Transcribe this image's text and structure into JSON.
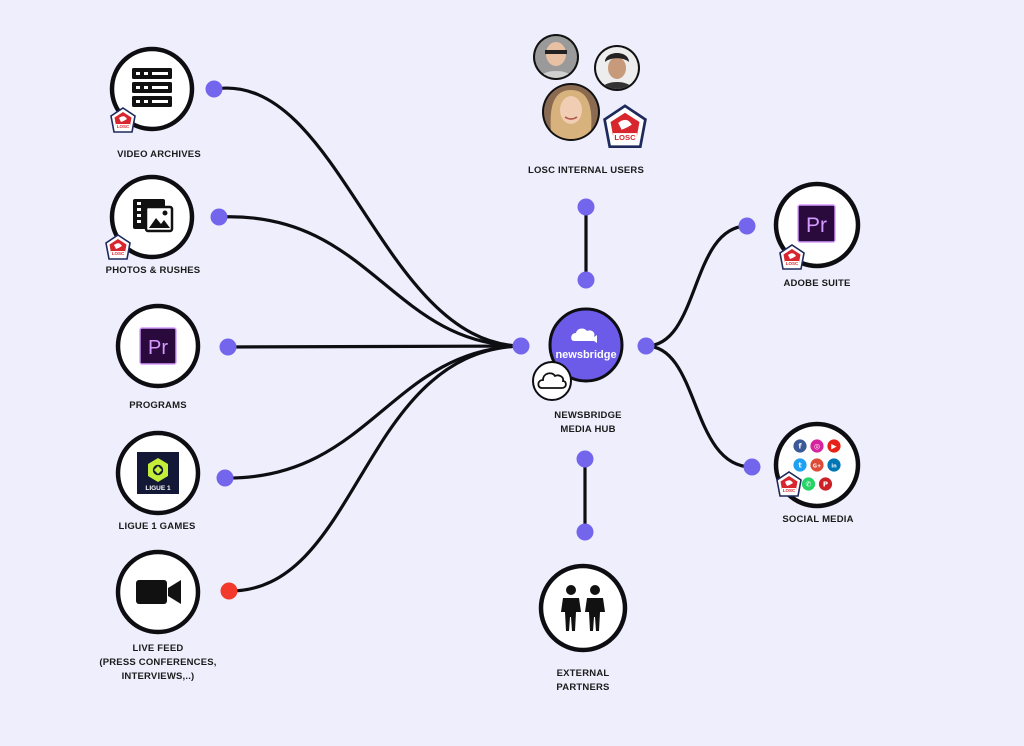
{
  "colors": {
    "background": "#efeefc",
    "connector": "#7466ec",
    "live_connector": "#f2392c",
    "line": "#0e0e12",
    "hub": "#6b5be8",
    "losc_red": "#d8262e",
    "losc_navy": "#1d2a5b",
    "premiere_bg": "#2a0a3d",
    "premiere_accent": "#d59bff",
    "ligue1_lime": "#c4ed3a"
  },
  "hub": {
    "logo_text": "newsbridge",
    "label_line1": "NEWSBRIDGE",
    "label_line2": "MEDIA HUB",
    "cloud_icon": "cloud-icon"
  },
  "sources": [
    {
      "label": "VIDEO ARCHIVES",
      "icon": "server-icon",
      "badge": "LOSC",
      "live": false
    },
    {
      "label": "PHOTOS & RUSHES",
      "icon": "photo-gallery-icon",
      "badge": "LOSC",
      "live": false
    },
    {
      "label": "PROGRAMS",
      "icon": "premiere-pro-icon",
      "icon_text": "Pr",
      "live": false
    },
    {
      "label": "LIGUE 1 GAMES",
      "icon": "ligue1-logo-icon",
      "icon_text": "LIGUE 1",
      "live": false
    },
    {
      "label_lines": [
        "LIVE FEED",
        "(PRESS CONFERENCES,",
        "INTERVIEWS,..)"
      ],
      "icon": "video-camera-icon",
      "live": true
    }
  ],
  "internal_users": {
    "label": "LOSC INTERNAL USERS",
    "avatars": [
      "avatar-bald-man",
      "avatar-curly-hair-man",
      "avatar-blonde-woman"
    ],
    "badge": "LOSC"
  },
  "adobe_suite": {
    "label": "ADOBE SUITE",
    "icon_text": "Pr",
    "badge": "LOSC"
  },
  "social_media": {
    "label": "SOCIAL MEDIA",
    "badge": "LOSC",
    "icons": [
      {
        "name": "facebook-icon",
        "glyph": "f",
        "color": "#3b5998"
      },
      {
        "name": "instagram-icon",
        "glyph": "◎",
        "color": "#d6249f"
      },
      {
        "name": "youtube-icon",
        "glyph": "▶",
        "color": "#e62117"
      },
      {
        "name": "twitter-icon",
        "glyph": "t",
        "color": "#1da1f2"
      },
      {
        "name": "google-plus-icon",
        "glyph": "G+",
        "color": "#dd4b39"
      },
      {
        "name": "linkedin-icon",
        "glyph": "in",
        "color": "#0077b5"
      },
      {
        "name": "whatsapp-icon",
        "glyph": "✆",
        "color": "#25d366"
      },
      {
        "name": "pinterest-icon",
        "glyph": "P",
        "color": "#cb2027"
      }
    ]
  },
  "external_partners": {
    "label_line1": "EXTERNAL",
    "label_line2": "PARTNERS",
    "icon": "partners-icon"
  }
}
